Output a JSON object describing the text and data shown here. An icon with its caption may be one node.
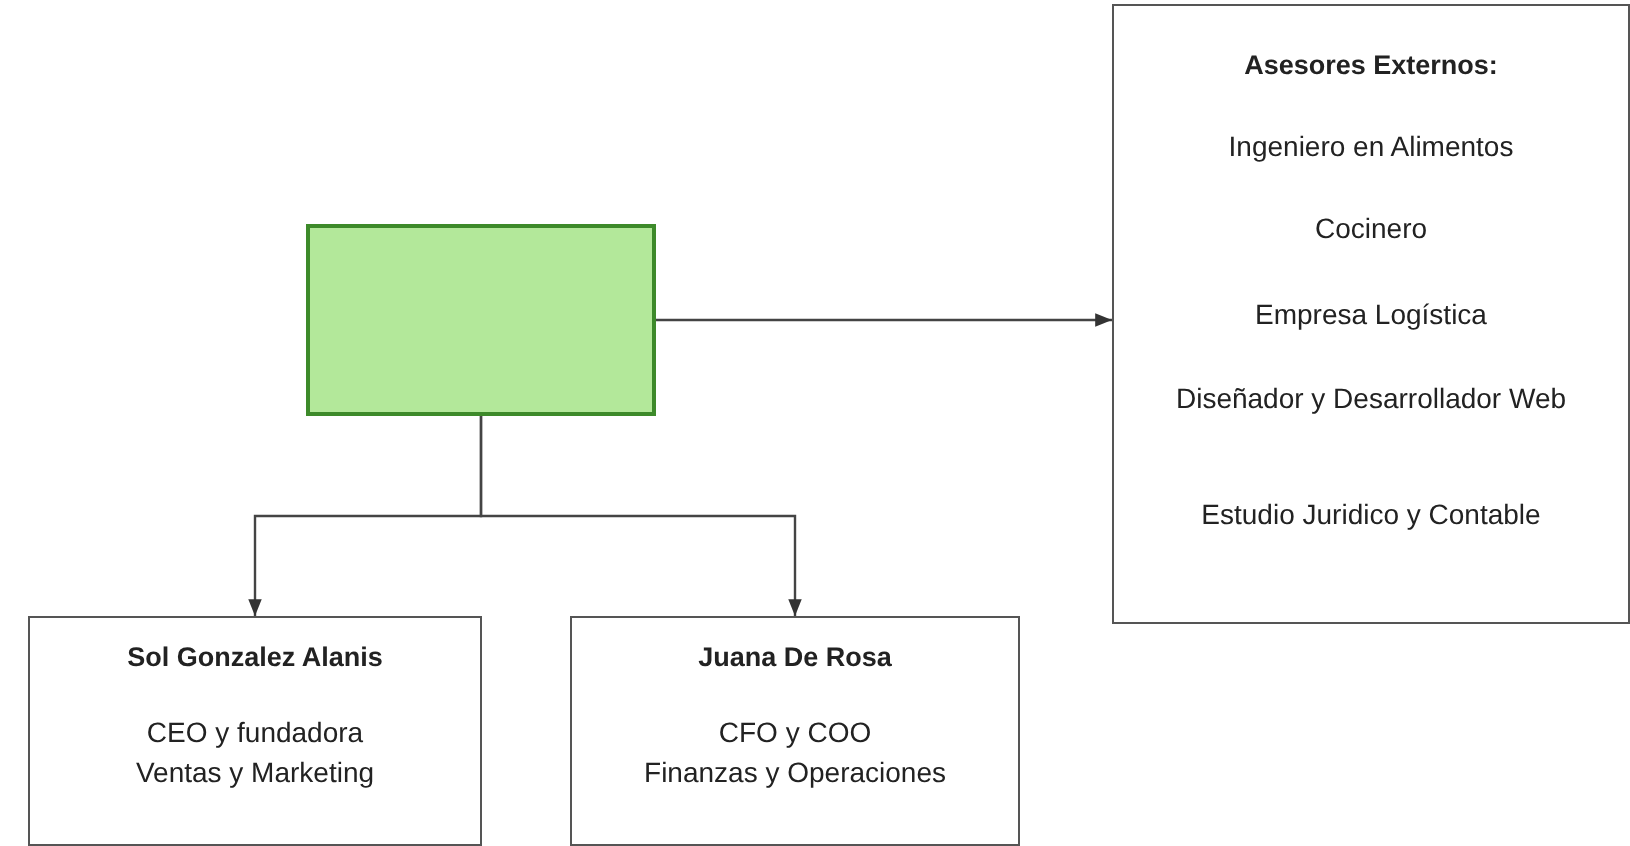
{
  "diagram": {
    "nodes": [
      {
        "text": [],
        "shape": "box"
      },
      {
        "text": [
          "Asesores Externos:",
          "Ingeniero en Alimentos",
          "Cocinero",
          "Empresa Logística",
          "Diseñador y Desarrollador Web",
          "Estudio Juridico y Contable"
        ]
      },
      {
        "text": [
          "Sol Gonzalez Alanis",
          "CEO y fundadora",
          "Ventas y Marketing"
        ]
      },
      {
        "text": [
          "Juana De Rosa",
          "CFO y COO",
          "Finanzas y Operaciones"
        ]
      }
    ],
    "edges": [
      {
        "from": 0,
        "to": 1,
        "arrow": "to"
      },
      {
        "from": 0,
        "to": 2,
        "arrow": "to"
      },
      {
        "from": 0,
        "to": 3,
        "arrow": "to"
      }
    ]
  }
}
